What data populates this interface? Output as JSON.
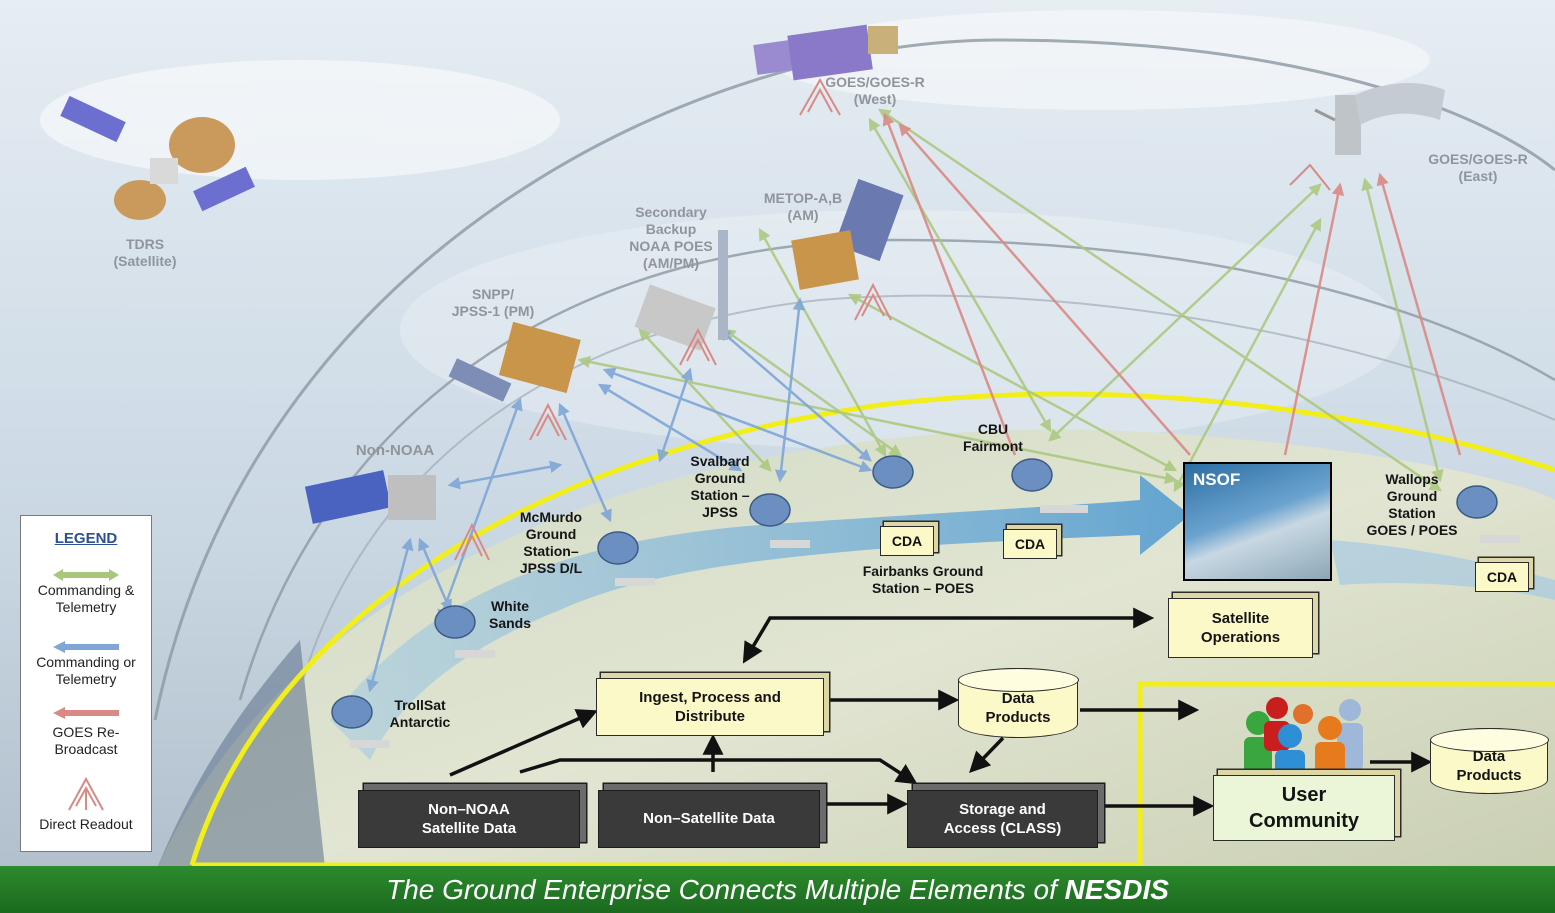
{
  "satellites": {
    "tdrs": "TDRS\n(Satellite)",
    "goes_west": "GOES/GOES-R\n(West)",
    "goes_east": "GOES/GOES-R\n(East)",
    "metop": "METOP-A,B\n(AM)",
    "secondary": "Secondary\nBackup\nNOAA POES\n(AM/PM)",
    "snpp": "SNPP/\nJPSS-1 (PM)",
    "non_noaa": "Non-NOAA"
  },
  "ground_stations": {
    "cbu": "CBU\nFairmont",
    "svalbard": "Svalbard\nGround\nStation –\nJPSS",
    "mcmurdo": "McMurdo\nGround\nStation–\nJPSS D/L",
    "white_sands": "White\nSands",
    "trollsat": "TrollSat\nAntarctic",
    "fairbanks": "Fairbanks Ground\nStation – POES",
    "wallops": "Wallops\nGround\nStation\nGOES / POES",
    "nsof": "NSOF"
  },
  "cda": "CDA",
  "boxes": {
    "satellite_operations": "Satellite\nOperations",
    "ingest": "Ingest, Process and\nDistribute",
    "data_products": "Data\nProducts",
    "user_community": "User\nCommunity",
    "non_noaa_data": "Non–NOAA\nSatellite Data",
    "non_satellite_data": "Non–Satellite  Data",
    "storage": "Storage and\nAccess (CLASS)"
  },
  "legend": {
    "title": "LEGEND",
    "items": [
      "Commanding &\nTelemetry",
      "Commanding or\nTelemetry",
      "GOES Re-\nBroadcast",
      "Direct Readout"
    ]
  },
  "banner": {
    "prefix": "The Ground Enterprise Connects Multiple Elements of ",
    "bold": "NESDIS"
  },
  "colors": {
    "commanding_telemetry": "#a9c77c",
    "commanding_or_telemetry": "#7fa6d6",
    "goes_rebroadcast": "#d98a86",
    "highlight_border": "#f2ee1a",
    "banner_green": "#23792a"
  }
}
